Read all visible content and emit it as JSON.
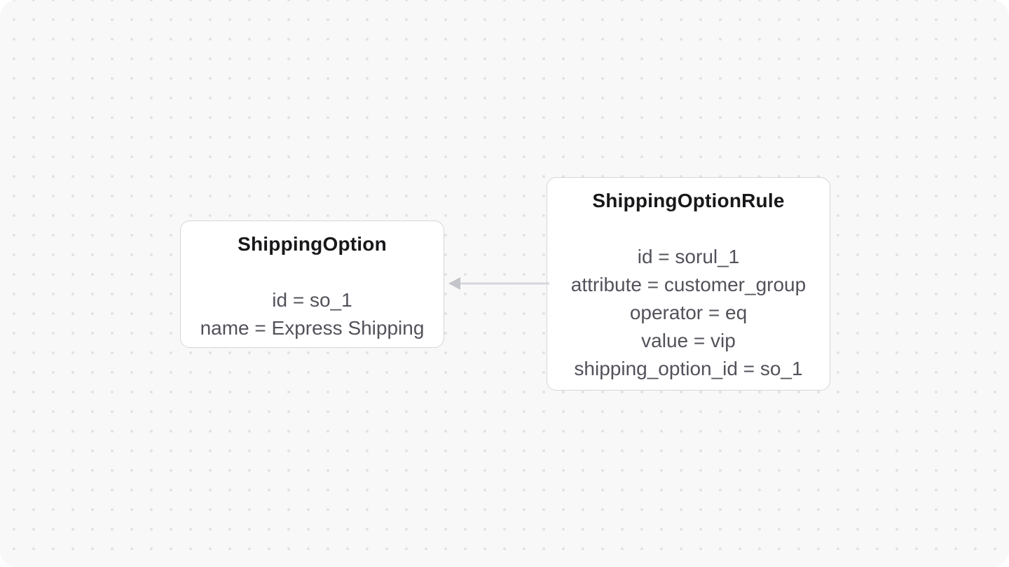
{
  "canvas": {
    "background": "#f8f8f9",
    "dot_color": "#e2e2e6",
    "outer_background": "#ffffff"
  },
  "diagram": {
    "nodes": [
      {
        "id": "shipping-option",
        "title": "ShippingOption",
        "fields": [
          "id = so_1",
          "name = Express Shipping"
        ]
      },
      {
        "id": "shipping-option-rule",
        "title": "ShippingOptionRule",
        "fields": [
          "id = sorul_1",
          "attribute = customer_group",
          "operator = eq",
          "value = vip",
          "shipping_option_id = so_1"
        ]
      }
    ],
    "edge": {
      "from": "ShippingOptionRule",
      "to": "ShippingOption",
      "direction": "left",
      "line_color": "#d6d6db",
      "head_color": "#c4c4cb"
    },
    "colors": {
      "node_background": "#ffffff",
      "node_border": "#d6d6db",
      "title_text": "#18181b",
      "field_text": "#52525b"
    }
  }
}
